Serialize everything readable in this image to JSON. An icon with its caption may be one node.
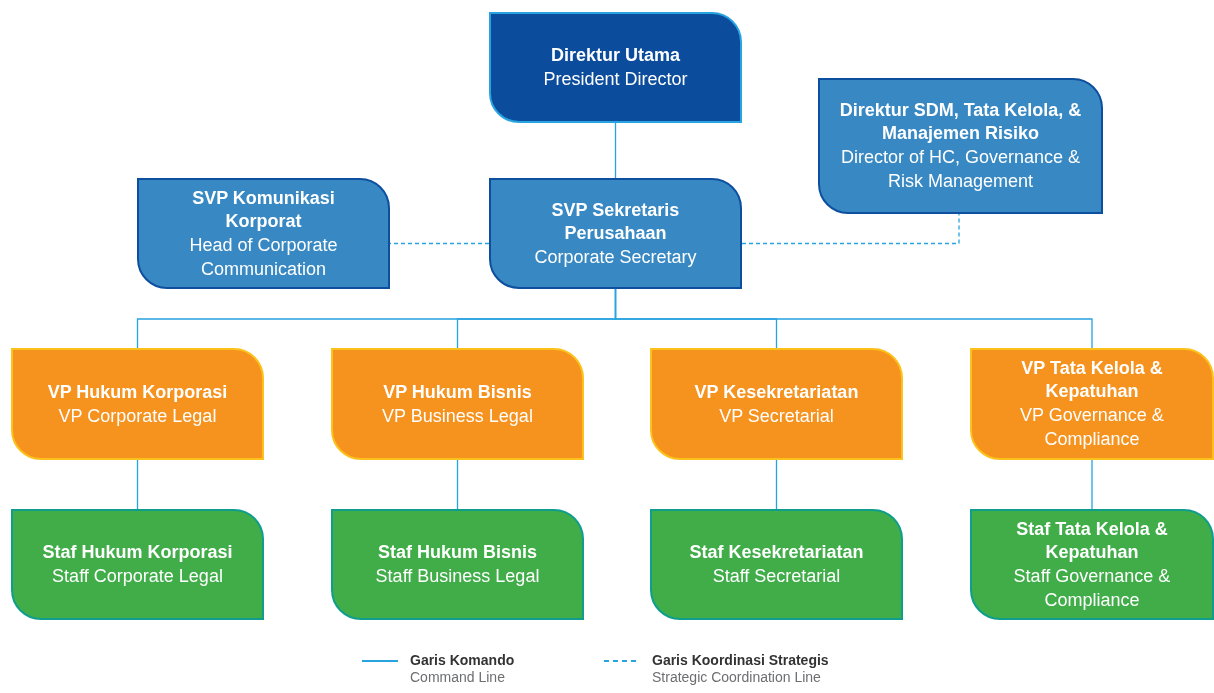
{
  "diagram": {
    "nodes": [
      {
        "text": [
          "Direktur Utama",
          "President Director"
        ]
      },
      {
        "text": [
          "Direktur SDM, Tata Kelola, & Manajemen Risiko",
          "Director of HC, Governance & Risk Management"
        ]
      },
      {
        "text": [
          "SVP Komunikasi Korporat",
          "Head of Corporate Communication"
        ]
      },
      {
        "text": [
          "SVP Sekretaris Perusahaan",
          "Corporate Secretary"
        ]
      },
      {
        "text": [
          "VP Hukum Korporasi",
          "VP Corporate Legal"
        ]
      },
      {
        "text": [
          "VP Hukum Bisnis",
          "VP Business Legal"
        ]
      },
      {
        "text": [
          "VP Kesekretariatan",
          "VP Secretarial"
        ]
      },
      {
        "text": [
          "VP Tata Kelola & Kepatuhan",
          "VP Governance & Compliance"
        ]
      },
      {
        "text": [
          "Staf Hukum Korporasi",
          "Staff Corporate Legal"
        ]
      },
      {
        "text": [
          "Staf Hukum Bisnis",
          "Staff Business Legal"
        ]
      },
      {
        "text": [
          "Staf Kesekretariatan",
          "Staff Secretarial"
        ]
      },
      {
        "text": [
          "Staf Tata Kelola & Kepatuhan",
          "Staff Governance & Compliance"
        ]
      }
    ],
    "edges": [
      {
        "from": 0,
        "to": 3,
        "arrow": "none"
      },
      {
        "from": 3,
        "to": 2,
        "arrow": "none",
        "style": "dashed"
      },
      {
        "from": 3,
        "to": 1,
        "arrow": "none",
        "style": "dashed"
      },
      {
        "from": 3,
        "to": 4,
        "arrow": "none"
      },
      {
        "from": 3,
        "to": 5,
        "arrow": "none"
      },
      {
        "from": 3,
        "to": 6,
        "arrow": "none"
      },
      {
        "from": 3,
        "to": 7,
        "arrow": "none"
      },
      {
        "from": 4,
        "to": 8,
        "arrow": "none"
      },
      {
        "from": 5,
        "to": 9,
        "arrow": "none"
      },
      {
        "from": 6,
        "to": 10,
        "arrow": "none"
      },
      {
        "from": 7,
        "to": 11,
        "arrow": "none"
      }
    ],
    "legend": [
      {
        "text": "**Garis Komando** Command Line"
      },
      {
        "text": "**Garis Koordinasi Strategis** Strategic Coordination Line"
      }
    ]
  }
}
